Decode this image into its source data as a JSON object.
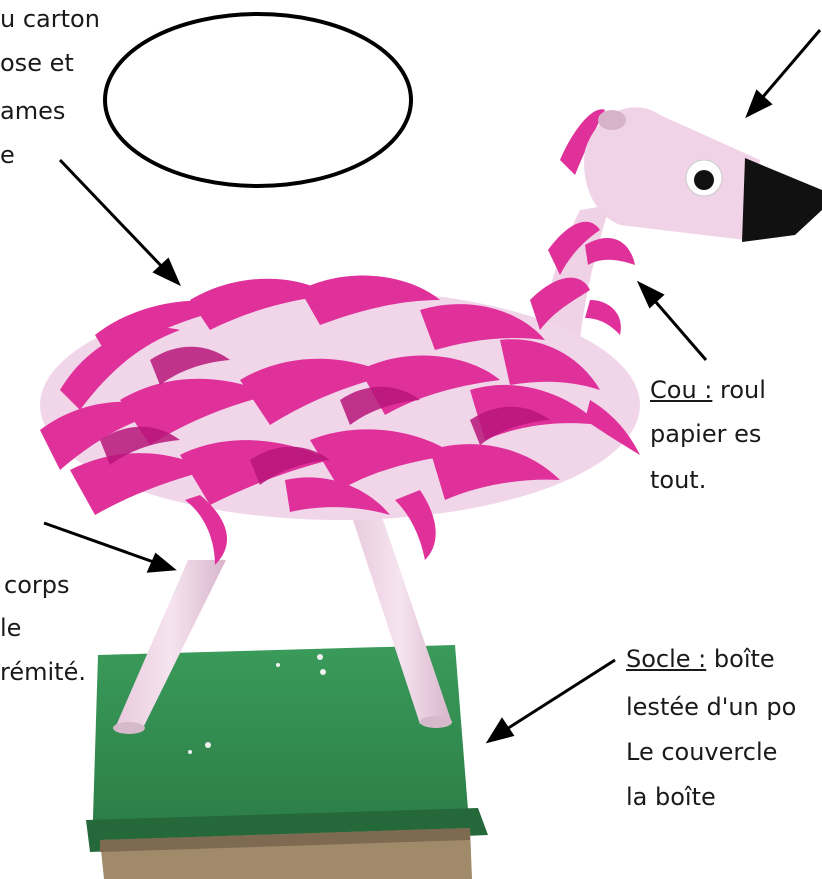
{
  "top_left_label": {
    "lines": [
      "u carton",
      "ose et",
      "ames",
      "e"
    ]
  },
  "neck_label": {
    "term": "Cou :",
    "rest": "roul",
    "lines": [
      "papier es",
      "tout."
    ]
  },
  "legs_label": {
    "lines": [
      "corps",
      "le",
      "rémité."
    ]
  },
  "base_label": {
    "term": "Socle :",
    "rest": "boîte",
    "lines": [
      "lestée d'un po",
      "Le couvercle",
      "la boîte"
    ]
  },
  "colors": {
    "feather": "#e0309a",
    "feather_dark": "#b8157a",
    "body_pink": "#f1d6ea",
    "base_green": "#2f8a4e",
    "box_brown": "#a08a6a",
    "beak_black": "#111111"
  }
}
